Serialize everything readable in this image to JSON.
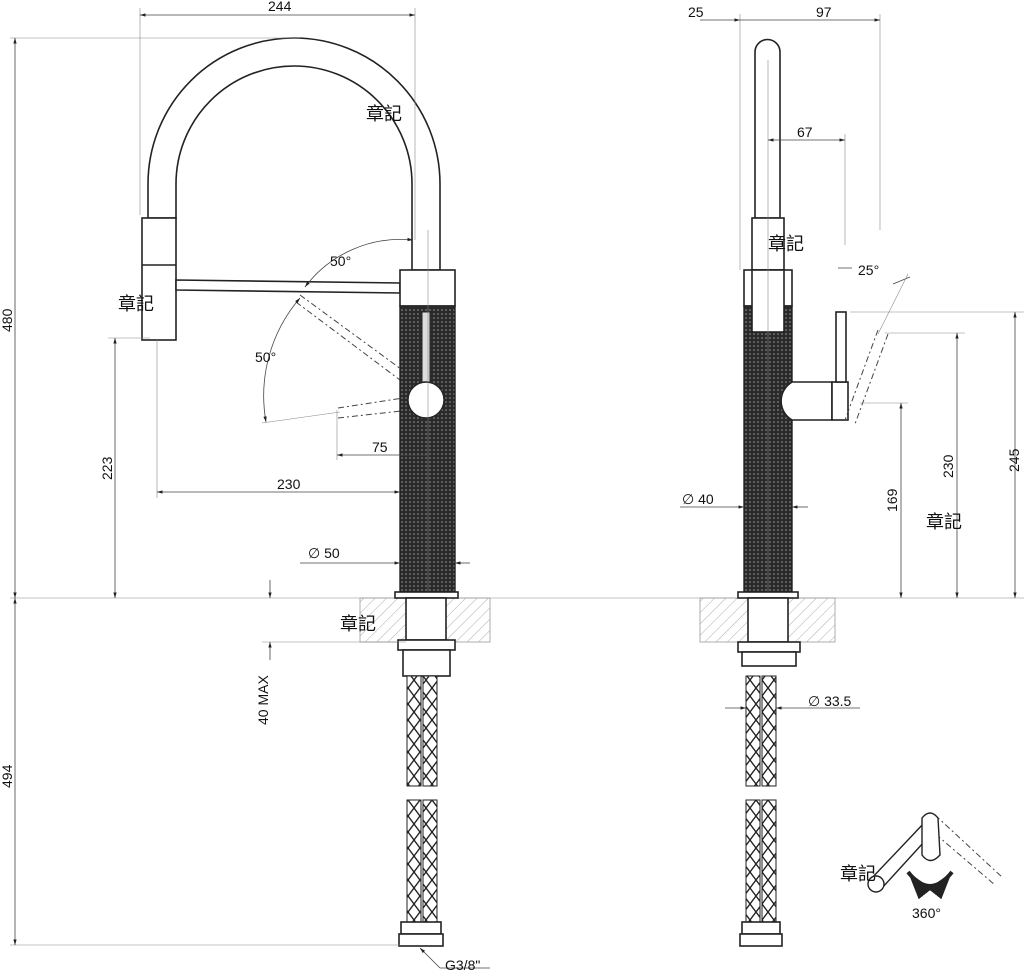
{
  "front_view": {
    "width_total": "244",
    "height_total": "480",
    "below_deck": "494",
    "spout_height": "223",
    "reach": "230",
    "handle_reach": "75",
    "body_diameter": "∅ 50",
    "swivel_angle_top": "50°",
    "swivel_angle_bottom": "50°",
    "deck_thickness": "40 MAX",
    "connection": "G3/8\""
  },
  "side_view": {
    "offset_left": "25",
    "offset_right": "97",
    "spout_offset": "67",
    "lever_angle": "25°",
    "height_lever_top": "245",
    "height_lever_axis": "230",
    "height_handle": "169",
    "body_diameter": "∅ 40",
    "shank_diameter": "∅ 33.5"
  },
  "rotation": {
    "label": "360°"
  },
  "watermark": "章記"
}
